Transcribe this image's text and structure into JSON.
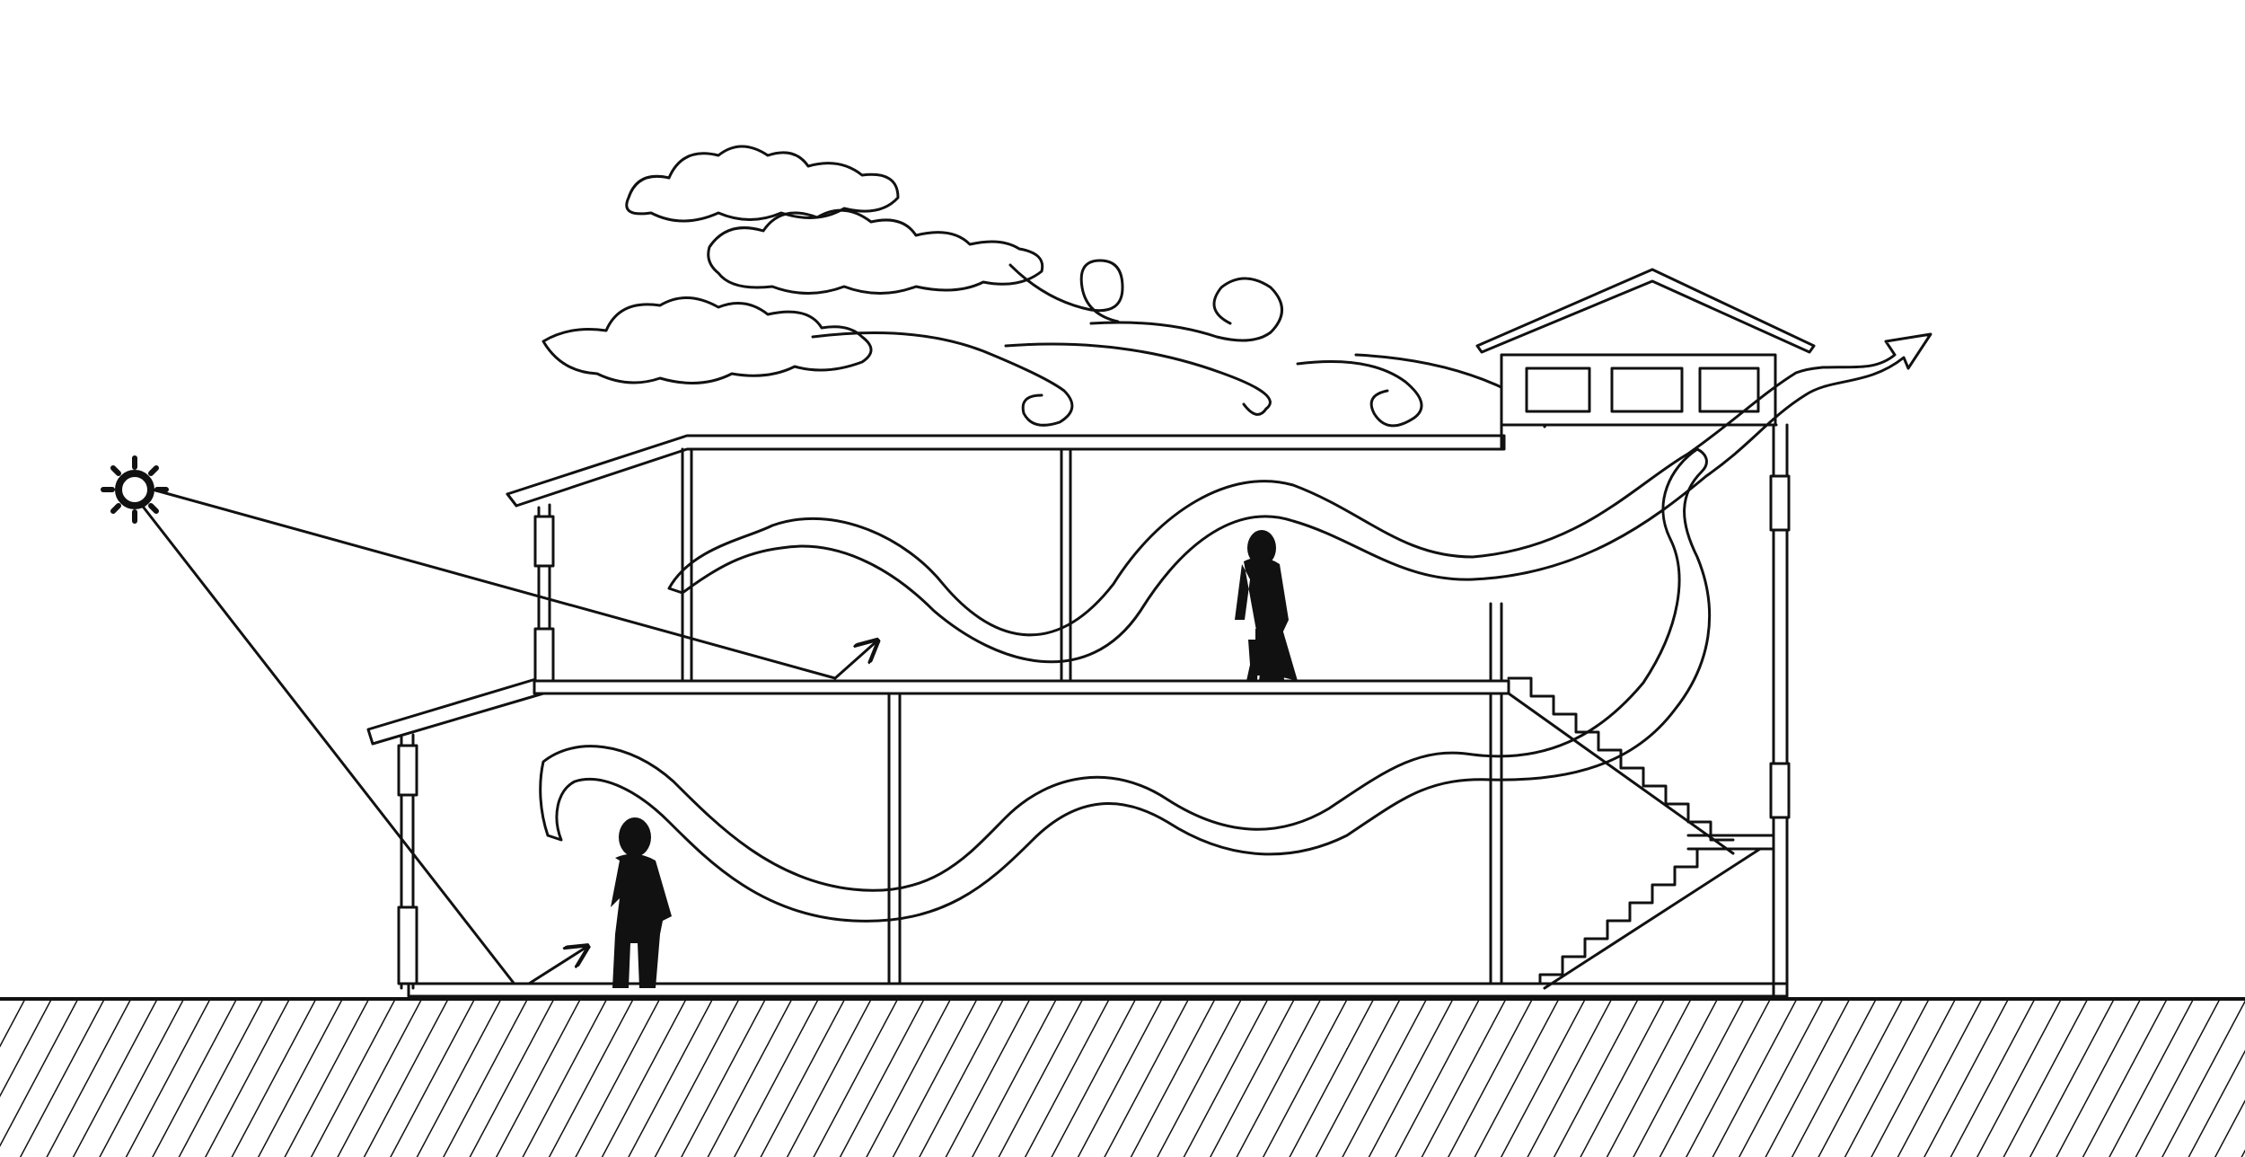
{
  "diagram": {
    "kind": "building-section-natural-ventilation-sketch",
    "colors": {
      "ink": "#111111",
      "paper": "#ffffff"
    },
    "elements": {
      "sun": "sun-icon",
      "clouds": 3,
      "wind_swirls": 4,
      "airflow_ribbons": 2,
      "people": 2,
      "stairs": 2,
      "clerestory_windows": 3
    }
  }
}
